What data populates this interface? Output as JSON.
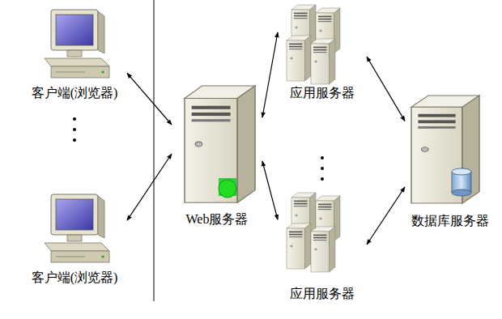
{
  "diagram": {
    "nodes": [
      {
        "text": [
          "客户端(浏览器)"
        ]
      },
      {
        "text": [
          "客户端(浏览器)"
        ]
      },
      {
        "text": [
          "Web服务器"
        ]
      },
      {
        "text": [
          "应用服务器"
        ]
      },
      {
        "text": [
          "应用服务器"
        ]
      },
      {
        "text": [
          "数据库服务器"
        ]
      }
    ],
    "edges": [
      {
        "from": 0,
        "to": 2,
        "arrow": "both"
      },
      {
        "from": 1,
        "to": 2,
        "arrow": "both"
      },
      {
        "from": 2,
        "to": 3,
        "arrow": "both"
      },
      {
        "from": 2,
        "to": 4,
        "arrow": "both"
      },
      {
        "from": 3,
        "to": 5,
        "arrow": "both"
      },
      {
        "from": 4,
        "to": 5,
        "arrow": "both"
      }
    ]
  }
}
